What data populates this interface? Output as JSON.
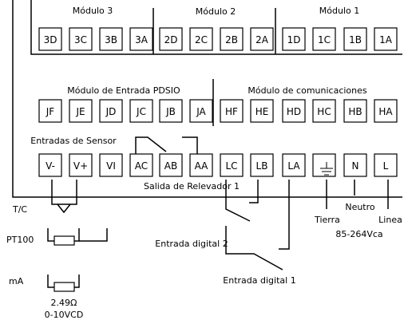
{
  "modules": {
    "m3": "Módulo 3",
    "m2": "Módulo 2",
    "m1": "Módulo 1",
    "pdsio": "Módulo de Entrada PDSIO",
    "comms": "Módulo de comunicaciones",
    "sensor": "Entradas de Sensor"
  },
  "terminals": {
    "row1": [
      "3D",
      "3C",
      "3B",
      "3A",
      "2D",
      "2C",
      "2B",
      "2A",
      "1D",
      "1C",
      "1B",
      "1A"
    ],
    "row2": [
      "JF",
      "JE",
      "JD",
      "JC",
      "JB",
      "JA",
      "HF",
      "HE",
      "HD",
      "HC",
      "HB",
      "HA"
    ],
    "row3": [
      "V-",
      "V+",
      "VI",
      "AC",
      "AB",
      "AA",
      "LC",
      "LB",
      "LA",
      "",
      "N",
      "L"
    ]
  },
  "labels": {
    "relay": "Salida de Relevador 1",
    "neutro": "Neutro",
    "tierra": "Tierra",
    "linea": "Linea",
    "supply": "85-264Vca",
    "tc": "T/C",
    "pt100": "PT100",
    "ma": "mA",
    "resistor": "2.49Ω",
    "vdc": "0-10VCD",
    "digital2": "Entrada digital 2",
    "digital1": "Entrada digital 1"
  },
  "icons": {
    "ground": "ground-symbol-icon"
  }
}
